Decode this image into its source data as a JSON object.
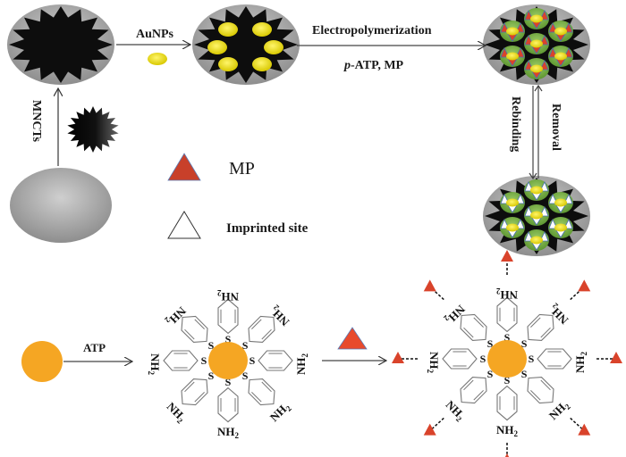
{
  "labels": {
    "aunps": "AuNPs",
    "electropolymerization": "Electropolymerization",
    "reagents_italic": "p",
    "reagents_rest": "-ATP,  MP",
    "mncts": "MNCTs",
    "rebinding": "Rebinding",
    "removal": "Removal",
    "atp": "ATP"
  },
  "legend": {
    "mp": "MP",
    "imprinted_site": "Imprinted site"
  },
  "chem": {
    "sulfur": "S",
    "amine": "NH",
    "amine_sub": "2"
  },
  "colors": {
    "electrode_gray": "#a8a8a8",
    "mnct_black": "#0d0d0d",
    "gold_yellow": "#f0e000",
    "polymer_green": "#7cb342",
    "mp_red": "#d9432b",
    "gold_core_orange": "#f5a623"
  }
}
